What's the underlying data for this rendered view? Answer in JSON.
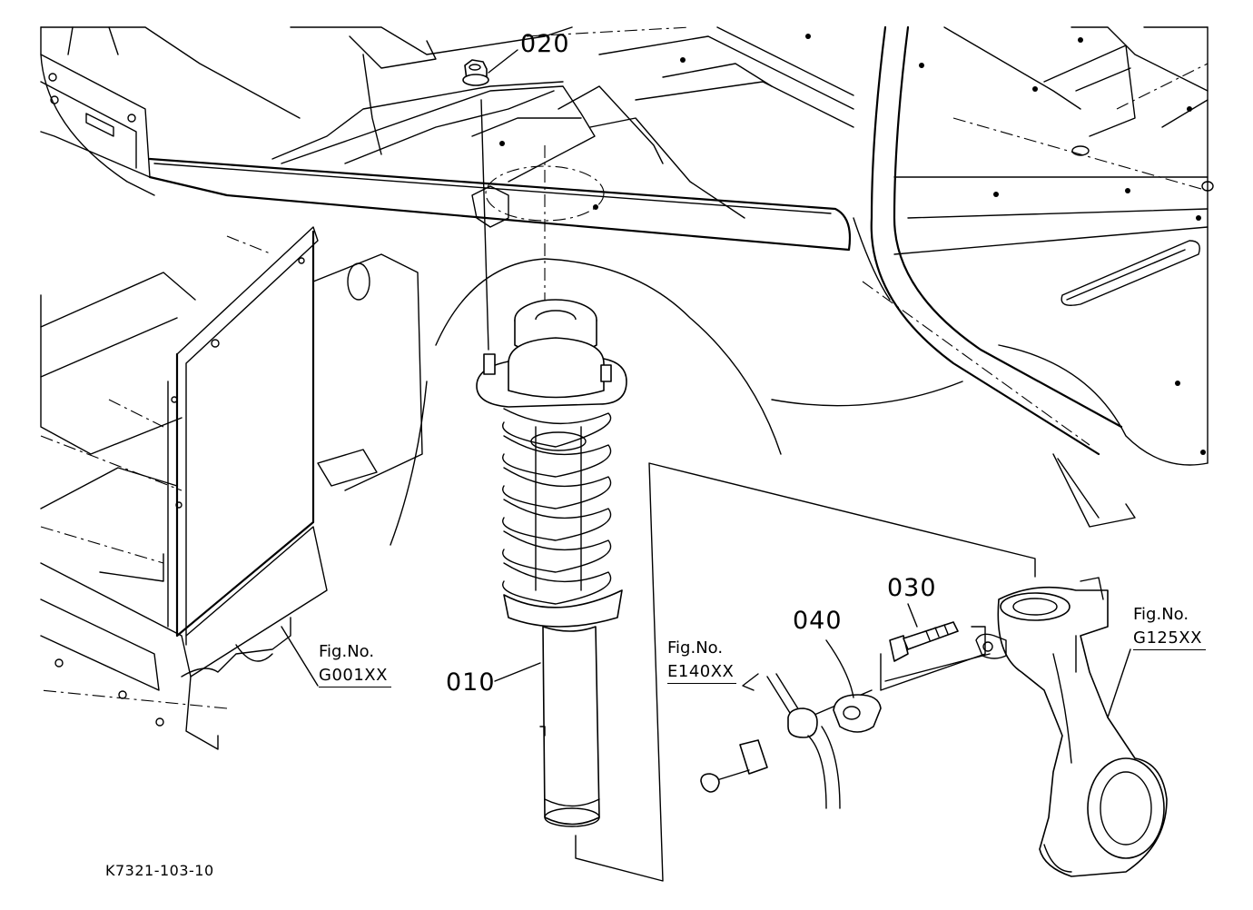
{
  "diagram": {
    "drawing_id": "K7321-103-10",
    "part_labels": {
      "p010": "010",
      "p020": "020",
      "p030": "030",
      "p040": "040"
    },
    "figure_refs": [
      {
        "prefix": "Fig.No.",
        "code": "G001XX"
      },
      {
        "prefix": "Fig.No.",
        "code": "E140XX"
      },
      {
        "prefix": "Fig.No.",
        "code": "G125XX"
      }
    ]
  }
}
